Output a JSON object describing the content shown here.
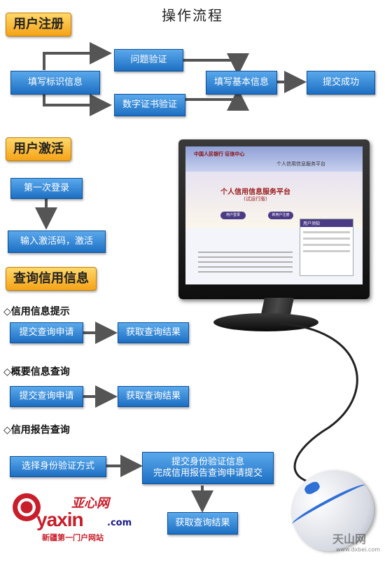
{
  "title": "操作流程",
  "sections": {
    "register": "用户注册",
    "activate": "用户激活",
    "query": "查询信用信息"
  },
  "register": {
    "fill_id": "填写标识信息",
    "question": "问题验证",
    "cert": "数字证书验证",
    "fill_basic": "填写基本信息",
    "success": "提交成功"
  },
  "activate": {
    "first_login": "第一次登录",
    "input_code": "输入激活码，激活"
  },
  "query": {
    "sub1": "◇信用信息提示",
    "sub2": "◇概要信息查询",
    "sub3": "◇信用报告查询",
    "submit_request": "提交查询申请",
    "get_result": "获取查询结果",
    "choose_method": "选择身份验证方式",
    "submit_verify_l1": "提交身份验证信息",
    "submit_verify_l2": "完成信用报告查询申请提交"
  },
  "screen": {
    "org": "中国人民银行 征信中心",
    "service": "个人信用信息服务平台",
    "platform": "个人信用信息服务平台",
    "subtitle": "(试运行版)",
    "btn_register": "新用户注册",
    "btn_login": "用户登录",
    "panel_title": "用户须知"
  },
  "logo": {
    "cn": "亚心网",
    "en": "yaxin",
    "dotcom": ".com",
    "slogan": "新疆第一门户网站"
  },
  "watermark": {
    "text": "天山网",
    "url": "www.dxbei.com"
  }
}
